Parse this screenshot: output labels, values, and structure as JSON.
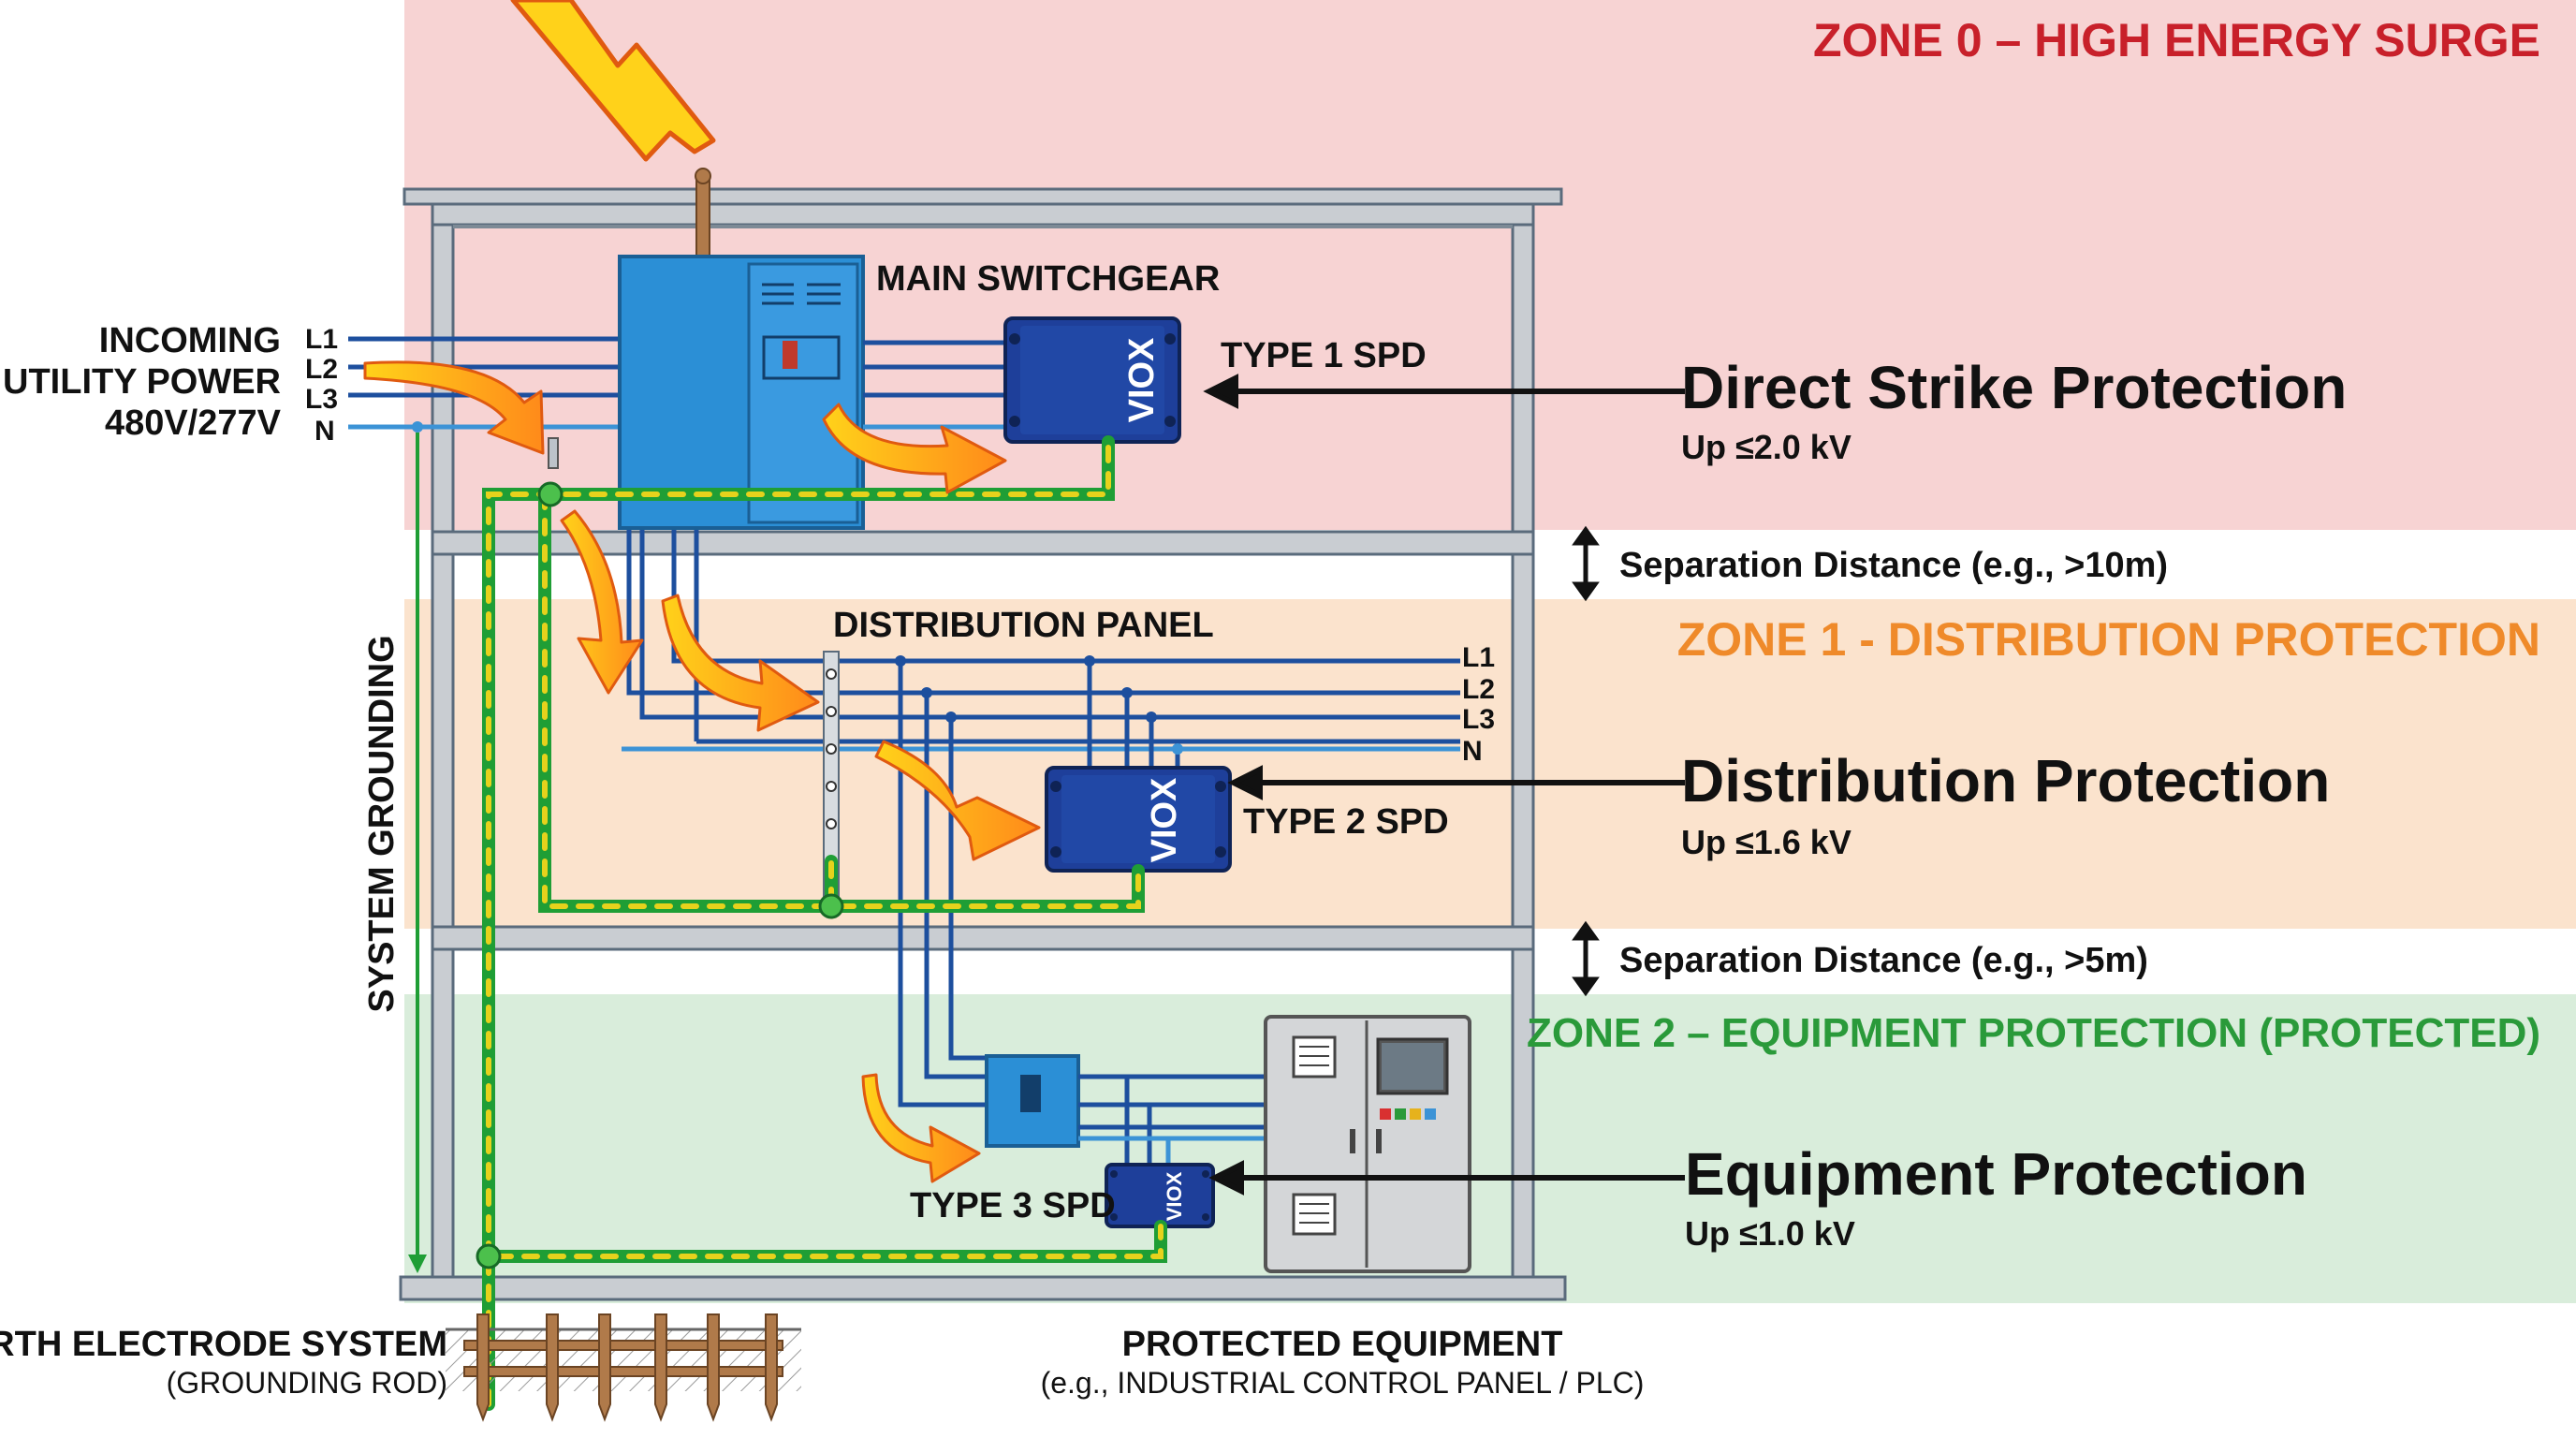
{
  "zones": {
    "zone0": "ZONE 0 – HIGH ENERGY SURGE",
    "zone1": "ZONE 1 - DISTRIBUTION PROTECTION",
    "zone2": "ZONE 2 – EQUIPMENT PROTECTION (PROTECTED)"
  },
  "incoming": {
    "line1": "INCOMING",
    "line2": "UTILITY POWER",
    "line3": "480V/277V",
    "phases": [
      "L1",
      "L2",
      "L3",
      "N"
    ]
  },
  "panels": {
    "main_switchgear": "MAIN SWITCHGEAR",
    "distribution_panel": "DISTRIBUTION PANEL",
    "dist_phases": [
      "L1",
      "L2",
      "L3",
      "N"
    ]
  },
  "spd": {
    "brand": "VIOX",
    "type1": "TYPE 1 SPD",
    "type2": "TYPE 2 SPD",
    "type3": "TYPE 3 SPD"
  },
  "protection": {
    "direct_title": "Direct Strike Protection",
    "direct_up": "Up ≤2.0 kV",
    "dist_title": "Distribution Protection",
    "dist_up": "Up ≤1.6 kV",
    "equip_title": "Equipment Protection",
    "equip_up": "Up ≤1.0 kV"
  },
  "separation": {
    "sep1": "Separation Distance (e.g., >10m)",
    "sep2": "Separation Distance (e.g., >5m)"
  },
  "grounding": {
    "system": "SYSTEM GROUNDING",
    "earth_title": "EARTH ELECTRODE SYSTEM",
    "earth_sub": "(GROUNDING ROD)"
  },
  "equipment": {
    "title": "PROTECTED EQUIPMENT",
    "sub": "(e.g., INDUSTRIAL CONTROL PANEL / PLC)"
  },
  "colors": {
    "zone0": "#f7d3d3",
    "zone1": "#fbe3cd",
    "zone2": "#d9eddb",
    "zone0_text": "#c8202a",
    "zone1_text": "#ef8a2a",
    "zone2_text": "#2a9a3a",
    "wire_blue": "#1d4f9e",
    "neutral_blue": "#3c93d6",
    "spd_blue": "#1e3f9a",
    "switchgear_blue": "#2b8fd6",
    "ground_green": "#1f9e35",
    "ground_yellow": "#e6d21c"
  }
}
